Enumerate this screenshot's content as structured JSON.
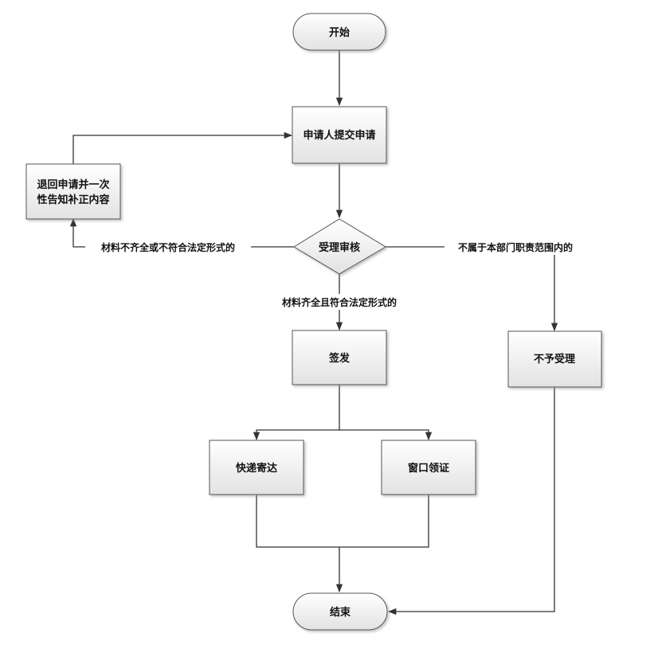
{
  "nodes": {
    "start": "开始",
    "submit": "申请人提交申请",
    "return_line1": "退回申请并一次",
    "return_line2": "性告知补正内容",
    "review": "受理审核",
    "sign": "签发",
    "reject": "不予受理",
    "express": "快递寄达",
    "window": "窗口领证",
    "end": "结束"
  },
  "edges": {
    "incomplete": "材料不齐全或不符合法定形式的",
    "out_of_scope": "不属于本部门职责范围内的",
    "complete": "材料齐全且符合法定形式的"
  },
  "colors": {
    "box_top": "#ffffff",
    "box_bottom": "#e4e4e4",
    "border": "#555555",
    "line": "#333333"
  }
}
